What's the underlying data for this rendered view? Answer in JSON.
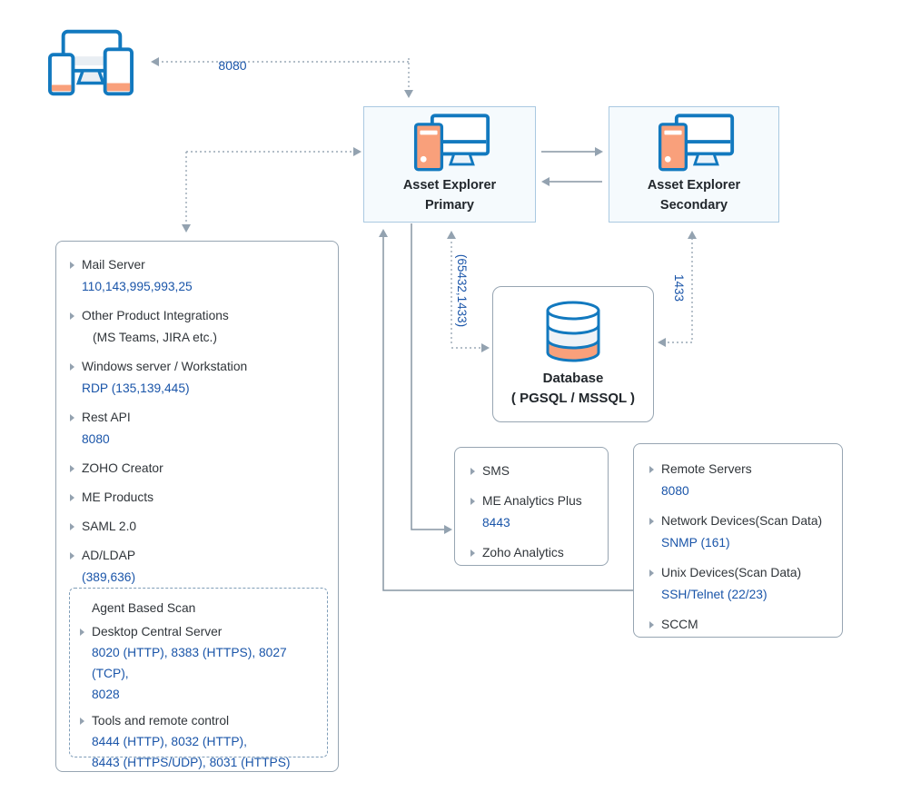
{
  "colors": {
    "icon_blue": "#1279bf",
    "icon_orange": "#f9a07b",
    "port_text_blue": "#1a55a9",
    "arrow_gray": "#93a2b0",
    "node_fill": "#f5fafd",
    "node_border": "#aac9e1",
    "panel_border": "#97a5b2",
    "label_text": "#30353a"
  },
  "nodes": {
    "primary": {
      "icon": "workstation-icon",
      "line1": "Asset Explorer",
      "line2": "Primary"
    },
    "secondary": {
      "icon": "workstation-icon",
      "line1": "Asset Explorer",
      "line2": "Secondary"
    },
    "database": {
      "icon": "database-cylinder-icon",
      "line1": "Database",
      "line2": "( PGSQL / MSSQL )"
    },
    "clients": {
      "icon": "multi-devices-icon"
    }
  },
  "connectors": {
    "client_port": "8080",
    "primary_db_ports": "(65432,1433)",
    "secondary_db_port": "1433"
  },
  "left_panel": {
    "items": [
      {
        "label": "Mail Server",
        "ports": "110,143,995,993,25"
      },
      {
        "label": "Other Product Integrations",
        "sub": "(MS Teams, JIRA etc.)"
      },
      {
        "label": "Windows server / Workstation",
        "ports": "RDP (135,139,445)"
      },
      {
        "label": "Rest API",
        "ports": "8080"
      },
      {
        "label": "ZOHO Creator"
      },
      {
        "label": "ME Products"
      },
      {
        "label": "SAML 2.0"
      },
      {
        "label": "AD/LDAP",
        "ports": "(389,636)"
      }
    ],
    "agent_scan": {
      "title": "Agent Based Scan",
      "items": [
        {
          "label": "Desktop Central Server",
          "ports": "8020 (HTTP), 8383 (HTTPS), 8027 (TCP),\n8028"
        },
        {
          "label": "Tools and remote control",
          "ports": "8444 (HTTP), 8032 (HTTP),\n8443 (HTTPS/UDP), 8031 (HTTPS)"
        }
      ]
    }
  },
  "analytics_panel": {
    "items": [
      {
        "label": "SMS"
      },
      {
        "label": "ME Analytics Plus",
        "ports": "8443"
      },
      {
        "label": "Zoho Analytics"
      }
    ]
  },
  "scan_panel": {
    "items": [
      {
        "label": "Remote Servers",
        "ports": "8080"
      },
      {
        "label": "Network Devices(Scan Data)",
        "ports": "SNMP (161)"
      },
      {
        "label": "Unix Devices(Scan Data)",
        "ports": "SSH/Telnet (22/23)"
      },
      {
        "label": "SCCM"
      }
    ]
  }
}
